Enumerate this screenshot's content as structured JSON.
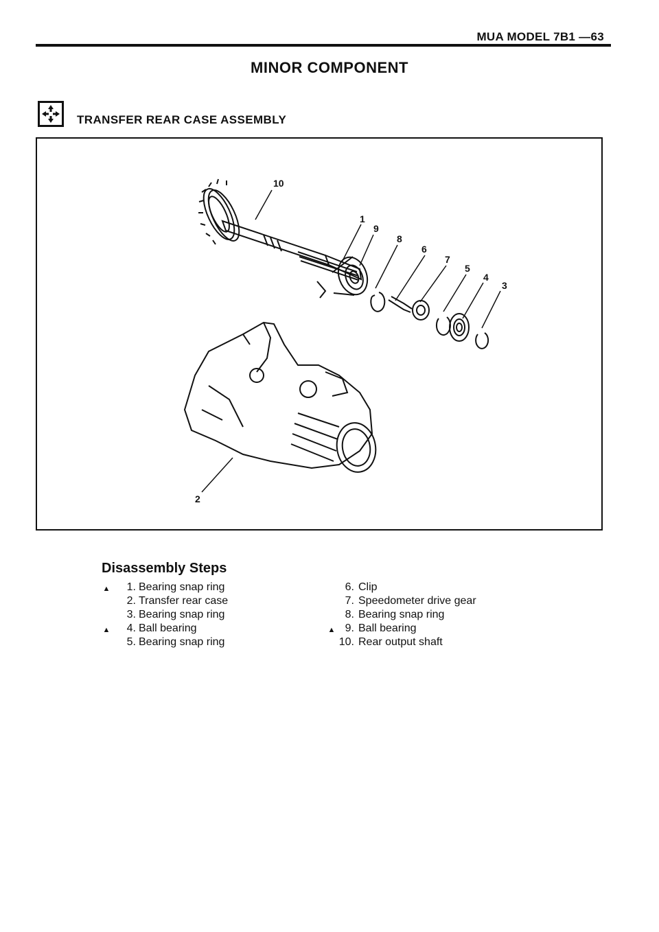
{
  "header": {
    "running_title": "MUA MODEL  7B1 —63"
  },
  "section": {
    "title": "MINOR COMPONENT",
    "subheading": "TRANSFER REAR CASE ASSEMBLY",
    "icon": "disassembly-arrows-icon"
  },
  "figure": {
    "callouts": [
      "10",
      "1",
      "9",
      "8",
      "6",
      "7",
      "5",
      "4",
      "3",
      "2"
    ]
  },
  "disassembly": {
    "title": "Disassembly Steps",
    "left": [
      {
        "mark": "▲",
        "num": "1.",
        "text": "Bearing snap ring"
      },
      {
        "mark": "",
        "num": "2.",
        "text": "Transfer rear case"
      },
      {
        "mark": "",
        "num": "3.",
        "text": "Bearing snap ring"
      },
      {
        "mark": "▲",
        "num": "4.",
        "text": "Ball bearing"
      },
      {
        "mark": "",
        "num": "5.",
        "text": "Bearing snap ring"
      }
    ],
    "right": [
      {
        "mark": "",
        "num": "6.",
        "text": "Clip"
      },
      {
        "mark": "",
        "num": "7.",
        "text": "Speedometer drive gear"
      },
      {
        "mark": "",
        "num": "8.",
        "text": "Bearing snap ring"
      },
      {
        "mark": "▲",
        "num": "9.",
        "text": "Ball bearing"
      },
      {
        "mark": "",
        "num": "10.",
        "text": "Rear output shaft"
      }
    ]
  }
}
